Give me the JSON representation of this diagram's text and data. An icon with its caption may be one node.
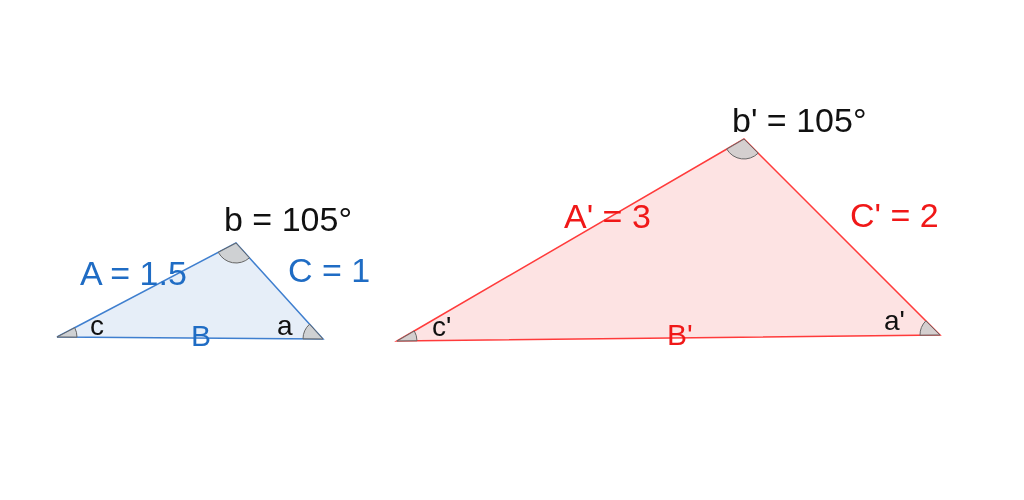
{
  "diagram": {
    "labels": [
      "b = 105°",
      "A = 1.5",
      "C = 1",
      "c",
      "B",
      "a",
      "b' = 105°",
      "A' = 3",
      "C' = 2",
      "c'",
      "B'",
      "a'"
    ]
  }
}
